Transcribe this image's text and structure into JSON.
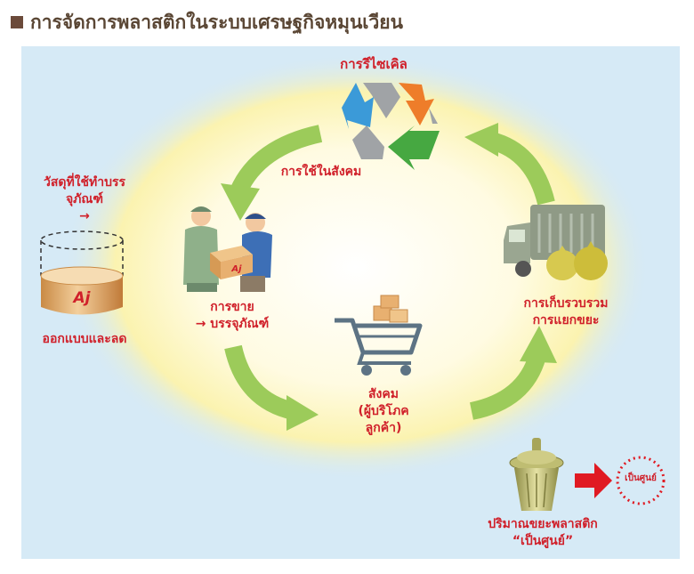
{
  "header": {
    "title": "การจัดการพลาสติกในระบบเศรษฐกิจหมุนเวียน"
  },
  "nodes": {
    "recycle": "การรีไซเคิล",
    "social_use": "การใช้ในสังคม",
    "materials_line1": "วัสดุที่ใช้ทำบรร",
    "materials_line2": "จุภัณฑ์",
    "materials_arrow": "→",
    "design_reduce": "ออกแบบและลด",
    "sales_line1": "การขาย",
    "sales_line2": "→ บรรจุภัณฑ์",
    "society_line1": "สังคม",
    "society_line2": "(ผู้บริโภค",
    "society_line3": "ลูกค้า)",
    "collect_line1": "การเก็บรวบรวม",
    "collect_line2": "การแยกขยะ",
    "zero_badge": "เป็นศูนย์",
    "waste_line1": "ปริมาณขยะพลาสติก",
    "waste_line2": "“เป็นศูนย์”"
  },
  "logos": {
    "brand_mark": "Aj"
  },
  "colors": {
    "label_red": "#d0202a",
    "arrow_green": "#9ccb5a",
    "panel_blue": "#d6eaf6",
    "glow_yellow": "#fdf7c6"
  },
  "icons": [
    "recycle-icon",
    "workers-icon",
    "jar-icon",
    "cart-icon",
    "garbage-truck-icon",
    "trash-bin-icon",
    "red-arrow-icon"
  ]
}
